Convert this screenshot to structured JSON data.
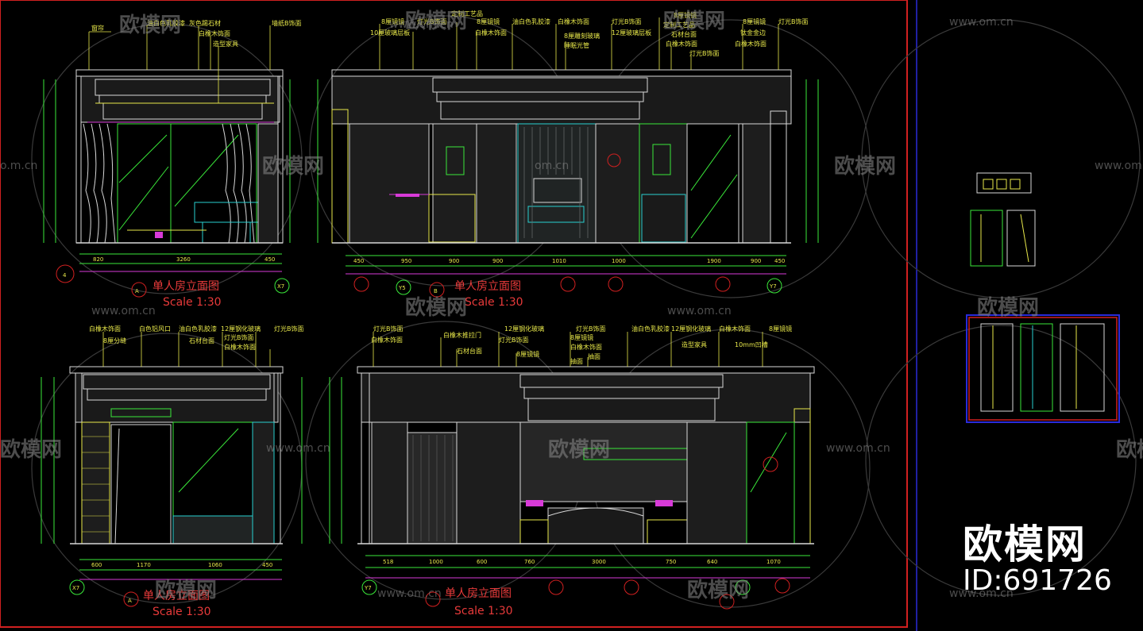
{
  "brand": {
    "logo_text": "欧模网",
    "id_text": "ID:691726"
  },
  "watermarks": {
    "logo": "欧模网",
    "url": "www.om.cn",
    "url_partial_left": "o.m.cn",
    "logo_partial_left": "欧模网",
    "url_partial_mid": "om.cn"
  },
  "views": {
    "top_left": {
      "title": "单人房立面图",
      "scale": "Scale 1:30",
      "marker": "A",
      "grid_left": "4",
      "grid_right": "X7",
      "labels": [
        "窗帘",
        "油白色乳胶漆",
        "灰色踢石材",
        "白橡木饰面",
        "造型家具",
        "墙纸B饰面"
      ],
      "dims_bottom": [
        "820",
        "3260",
        "450"
      ]
    },
    "top_right": {
      "title": "单人房立面图",
      "scale": "Scale 1:30",
      "marker": "B",
      "grid_left": "Y5",
      "grid_right": "Y7",
      "labels": [
        "8厘镜镜",
        "10厘玻璃层板",
        "灯光B饰面",
        "定制工艺品",
        "8厘镜镜",
        "白橡木饰面",
        "油白色乳胶漆",
        "白橡木饰面",
        "8厘雕刻玻璃",
        "睡眠光管",
        "灯光B饰面",
        "12厘玻璃层板",
        "8厘镜镜",
        "定制工艺品",
        "石材台面",
        "白橡木饰面",
        "灯光B饰面",
        "8厘镜镜",
        "钛金金边",
        "灯光B饰面",
        "白橡木饰面"
      ],
      "dims_bottom": [
        "450",
        "950",
        "900",
        "900",
        "1010",
        "1000",
        "1900",
        "900",
        "450"
      ]
    },
    "bottom_left": {
      "title": "单人房立面图",
      "scale": "Scale 1:30",
      "marker": "A",
      "grid_left": "X7",
      "labels": [
        "白橡木饰面",
        "白色铝风口",
        "油白色乳胶漆",
        "12厘钢化玻璃",
        "灯光B饰面",
        "8厘分缝",
        "石材台面",
        "灯光B饰面",
        "白橡木饰面"
      ],
      "dims_bottom": [
        "600",
        "1170",
        "1060",
        "450"
      ]
    },
    "bottom_right": {
      "title": "单人房立面图",
      "scale": "Scale 1:30",
      "grid_left": "Y7",
      "labels": [
        "灯光B饰面",
        "白橡木饰面",
        "白橡木推拉门",
        "12厘钢化玻璃",
        "灯光B饰面",
        "石材台面",
        "8厘镜镜",
        "灯光B饰面",
        "8厘镜镜",
        "白橡木饰面",
        "抽面",
        "抽面",
        "油白色乳胶漆",
        "12厘钢化玻璃",
        "造型家具",
        "白橡木饰面",
        "8厘镜镜",
        "10mm凹槽"
      ],
      "dims_bottom": [
        "518",
        "1000",
        "600",
        "760",
        "3000",
        "750",
        "640",
        "1070"
      ]
    }
  },
  "colors": {
    "background": "#000000",
    "line_white": "#d8d8d8",
    "label_yellow": "#e8e84a",
    "title_red": "#e83a3a",
    "cyan": "#29d0d0",
    "magenta": "#d83ad8",
    "green": "#3ae83a",
    "frame_red": "#d02020",
    "frame_blue": "#2a2ad8"
  }
}
